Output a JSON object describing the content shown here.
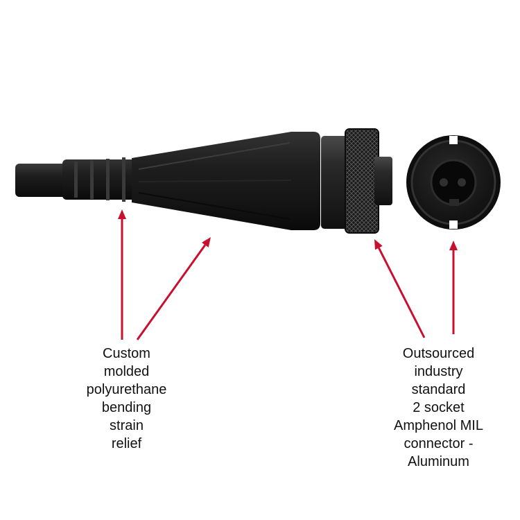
{
  "colors": {
    "background": "#ffffff",
    "cable": "#151515",
    "arrow": "#c8102e",
    "text": "#111111"
  },
  "callouts": {
    "left": {
      "lines": [
        "Custom",
        "molded",
        "polyurethane",
        "bending",
        "strain",
        "relief"
      ]
    },
    "right": {
      "lines": [
        "Outsourced",
        "industry",
        "standard",
        "2 socket",
        "Amphenol MIL",
        "connector -",
        "Aluminum"
      ]
    }
  },
  "icons": {
    "arrow": "arrow-up-icon",
    "connector": "mil-connector-icon"
  }
}
